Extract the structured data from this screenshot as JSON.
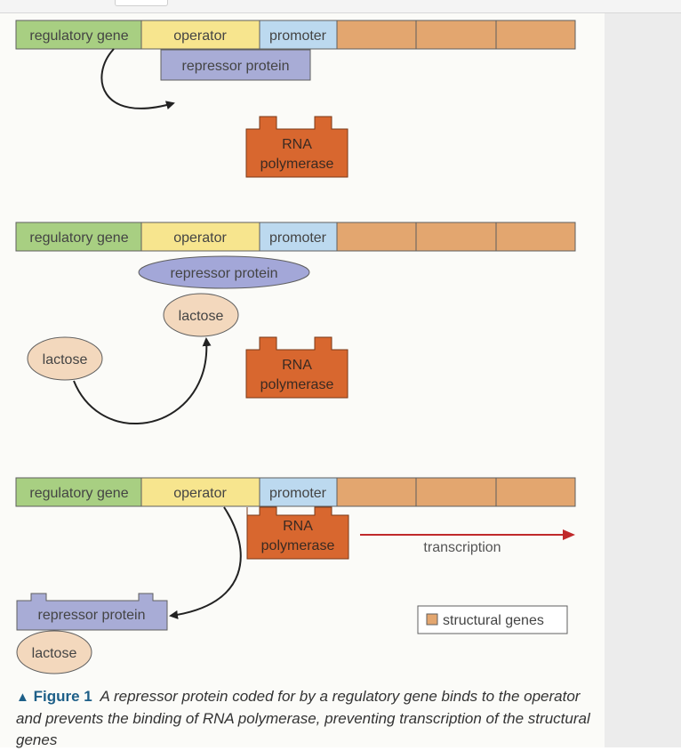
{
  "labels": {
    "regulatory_gene": "regulatory gene",
    "operator": "operator",
    "promoter": "promoter",
    "repressor_protein": "repressor protein",
    "rna": "RNA",
    "polymerase": "polymerase",
    "lactose": "lactose",
    "transcription": "transcription",
    "structural_genes": "structural genes"
  },
  "caption": {
    "figure": "Figure 1",
    "text": "A repressor protein coded for by a regulatory gene binds to the operator and prevents the binding of RNA polymerase, preventing transcription of the structural genes"
  },
  "colors": {
    "regulatory_gene": "#a8cf82",
    "operator": "#f7e58e",
    "promoter": "#bcd9ef",
    "structural_gene": "#e3a66f",
    "repressor_box": "#a8acd6",
    "repressor_ellipse": "#a3a7d8",
    "lactose": "#f3d8bd",
    "rna_polymerase": "#d8672f",
    "transcription_arrow": "#c0292b",
    "caption_accent": "#1d5f88"
  }
}
